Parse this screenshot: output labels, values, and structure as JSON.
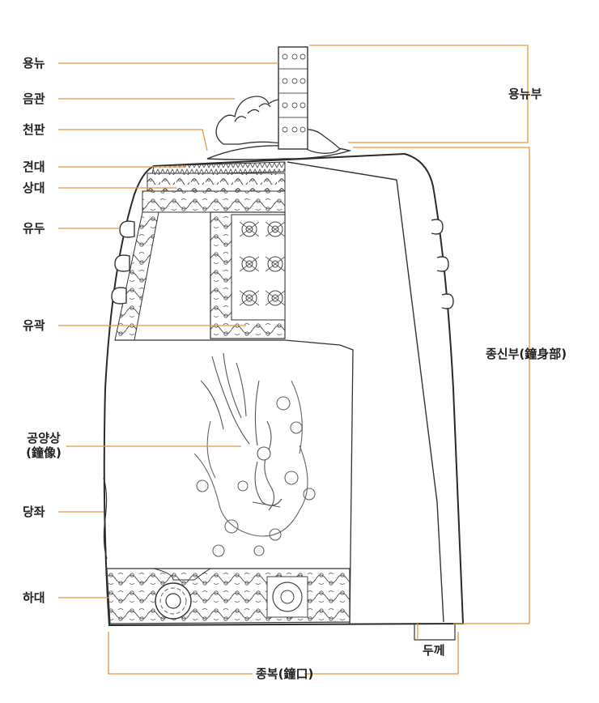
{
  "labels": {
    "yongnyu": "용뉴",
    "eumgwan": "음관",
    "cheonpan": "천판",
    "gyeondae": "견대",
    "sangdae": "상대",
    "yudu": "유두",
    "yugwak": "유곽",
    "gongyangsang_1": "공양상",
    "gongyangsang_2": "(鐘像)",
    "dangjwa": "당좌",
    "hadae": "하대",
    "yongnyubu": "용뉴부",
    "jongsinbu": "종신부(鐘身部)",
    "dukke": "두께",
    "jongbok": "종복(鐘口)"
  },
  "colors": {
    "leader_line": "#e8973a",
    "outline": "#2a2a2a",
    "ornament": "#6b6b6b",
    "text": "#222222"
  }
}
